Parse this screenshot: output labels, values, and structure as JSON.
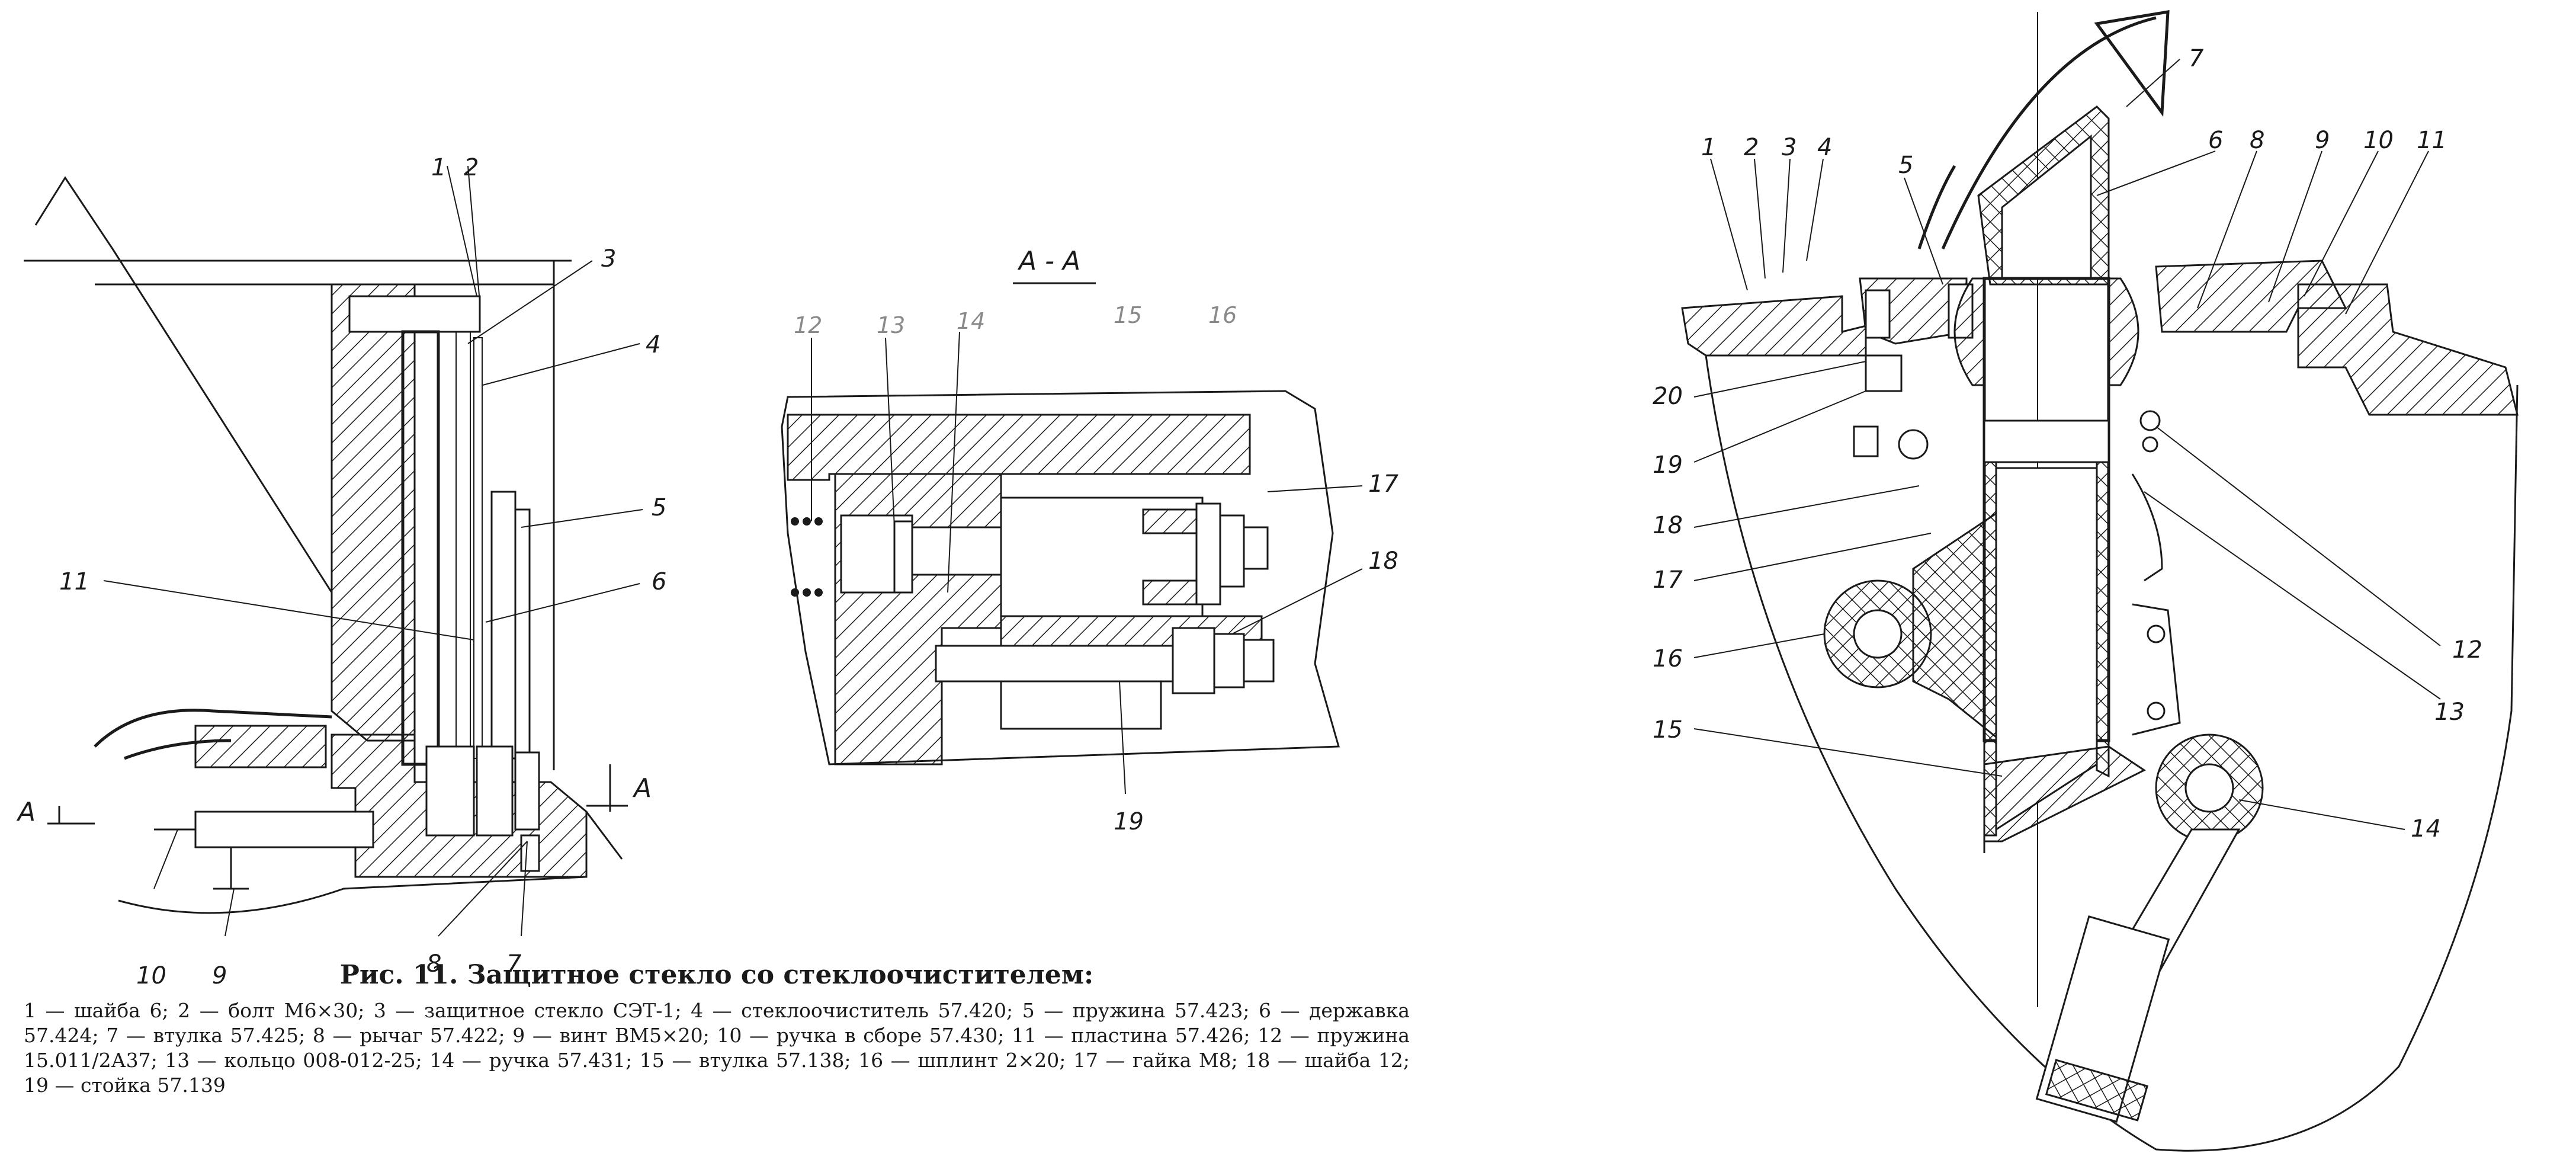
{
  "figure": {
    "caption_title": "Рис. 11. Защитное стекло со стеклоочистителем:",
    "caption_legend": "1 — шайба 6; 2 — болт М6×30; 3 — защитное стекло СЭТ-1; 4 — стеклоочиститель 57.420; 5 — пружина 57.423; 6 — державка 57.424; 7 — втулка 57.425; 8 — рычаг 57.422; 9 — винт ВМ5×20; 10 — ручка в сборе 57.430; 11 — пластина 57.426; 12 — пружина 15.011/2А37; 13 — кольцо 008-012-25; 14 — ручка 57.431; 15 — втулка 57.138; 16 — шплинт 2×20; 17 — гайка М8; 18 — шайба 12; 19 — стойка 57.139"
  },
  "view_left": {
    "labels": [
      "1",
      "2",
      "3",
      "4",
      "5",
      "6",
      "11",
      "10",
      "9",
      "8",
      "7"
    ],
    "section_marks": [
      "А",
      "А"
    ]
  },
  "view_section": {
    "title": "А - А",
    "labels_top": [
      "12",
      "13",
      "14",
      "15",
      "16"
    ],
    "labels": [
      "17",
      "18",
      "19"
    ]
  },
  "view_right": {
    "labels": [
      "1",
      "2",
      "3",
      "4",
      "5",
      "7",
      "6",
      "8",
      "9",
      "10",
      "11",
      "20",
      "19",
      "18",
      "17",
      "16",
      "15",
      "14",
      "13",
      "12"
    ]
  }
}
